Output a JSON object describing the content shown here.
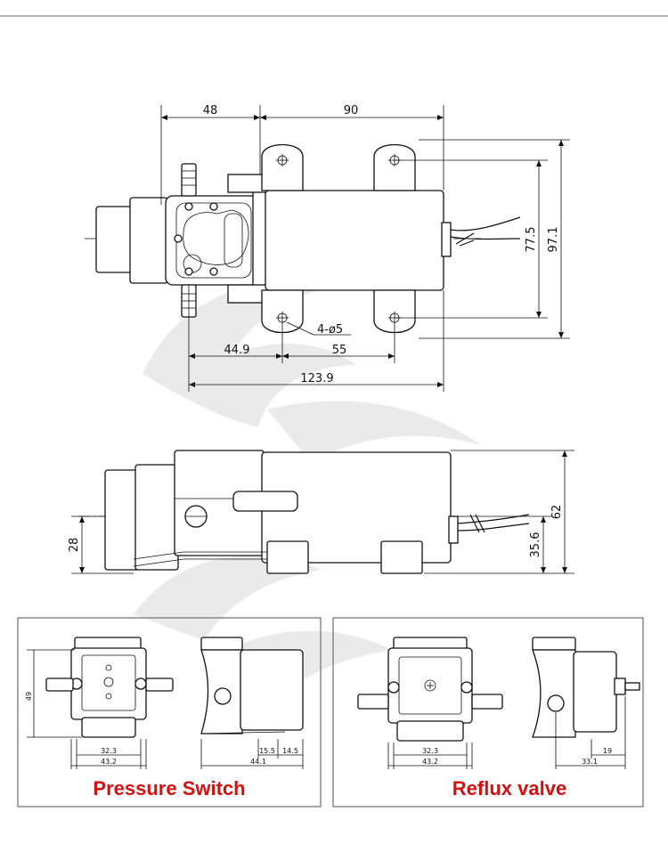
{
  "top_view": {
    "dims": {
      "d48": "48",
      "d90": "90",
      "d77_5": "77.5",
      "d97_1": "97.1",
      "hole": "4-ø5",
      "d44_9": "44.9",
      "d55": "55",
      "d123_9": "123.9"
    }
  },
  "side_view": {
    "dims": {
      "d62": "62",
      "d35_6": "35.6",
      "d28": "28"
    }
  },
  "panel_left": {
    "caption": "Pressure Switch",
    "dims": {
      "d49": "49",
      "d32_3": "32.3",
      "d43_2": "43.2",
      "d15_5": "15.5",
      "d14_5": "14.5",
      "d44_1": "44.1"
    }
  },
  "panel_right": {
    "caption": "Reflux valve",
    "dims": {
      "d32_3": "32.3",
      "d43_2": "43.2",
      "d19": "19",
      "d33_1": "33.1"
    }
  },
  "colors": {
    "caption": "#d41010",
    "line": "#111111",
    "panel_border": "#888888",
    "watermark": "#d9d9d9"
  }
}
